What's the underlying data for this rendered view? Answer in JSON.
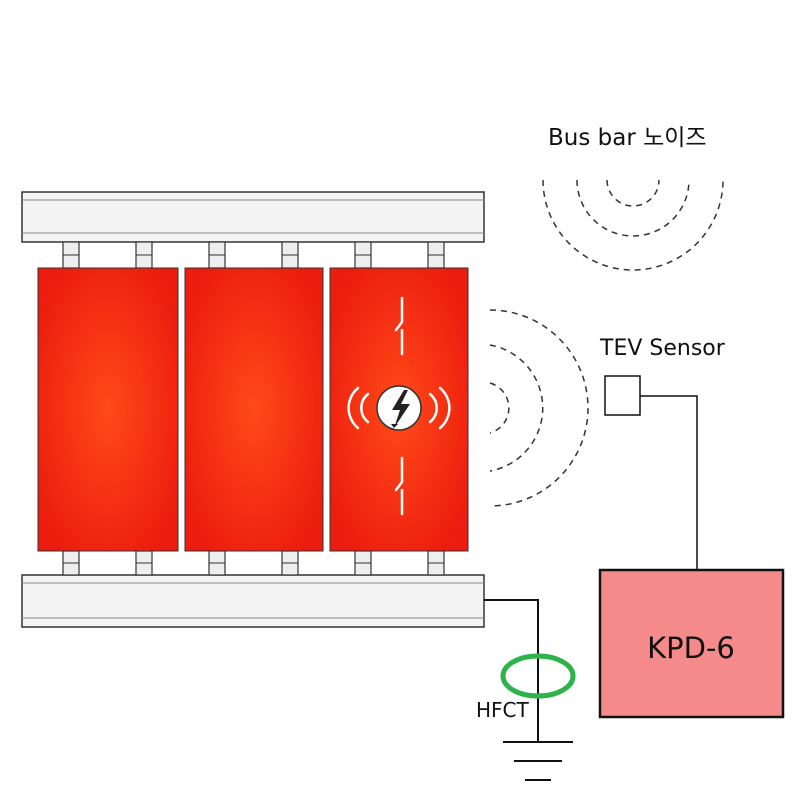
{
  "labels": {
    "noise": "Bus bar 노이즈",
    "tev_sensor": "TEV Sensor",
    "kpd": "KPD-6",
    "hfct": "HFCT"
  },
  "colors": {
    "panel_red": "#f1200e",
    "panel_center": "#ff4a18",
    "kpd_fill": "#f58a8a",
    "hfct_ring": "#2db34a",
    "bus_bar": "#f4f4f4",
    "line": "#111111",
    "noise_wave": "#333333"
  },
  "icons": {
    "discharge": "lightning-bolt-icon",
    "ground": "ground-symbol-icon"
  }
}
